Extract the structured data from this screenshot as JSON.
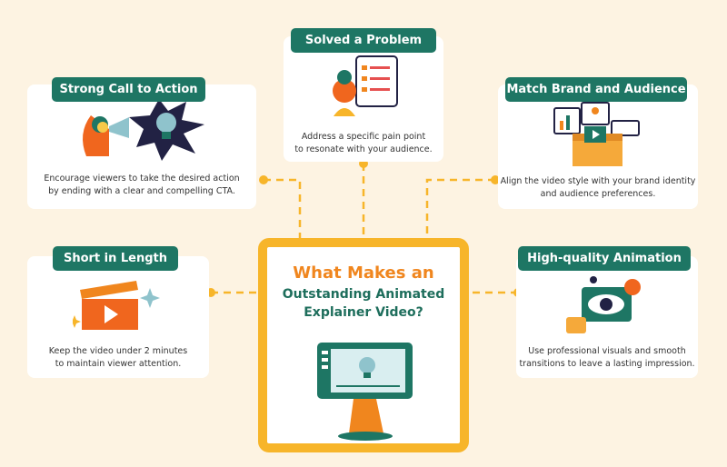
{
  "title": {
    "line1": "What Makes an",
    "line2": "Outstanding Animated",
    "line3": "Explainer Video?"
  },
  "items": [
    {
      "label": "Strong Call to Action",
      "desc1": "Encourage viewers to take the desired action",
      "desc2": "by ending with a clear and compelling CTA."
    },
    {
      "label": "Solved a Problem",
      "desc1": "Address a specific pain point",
      "desc2": "to resonate with your audience."
    },
    {
      "label": "Match Brand and Audience",
      "desc1": "Align the video style with your brand identity",
      "desc2": "and audience preferences."
    },
    {
      "label": "Short in Length",
      "desc1": "Keep the video under 2 minutes",
      "desc2": "to maintain viewer attention."
    },
    {
      "label": "High-quality Animation",
      "desc1": "Use professional visuals and smooth",
      "desc2": "transitions to leave a lasting impression."
    }
  ],
  "colors": {
    "background": "#fdf3e2",
    "teal": "#1e7664",
    "orange": "#f0861e",
    "yellow": "#f7b52a"
  }
}
